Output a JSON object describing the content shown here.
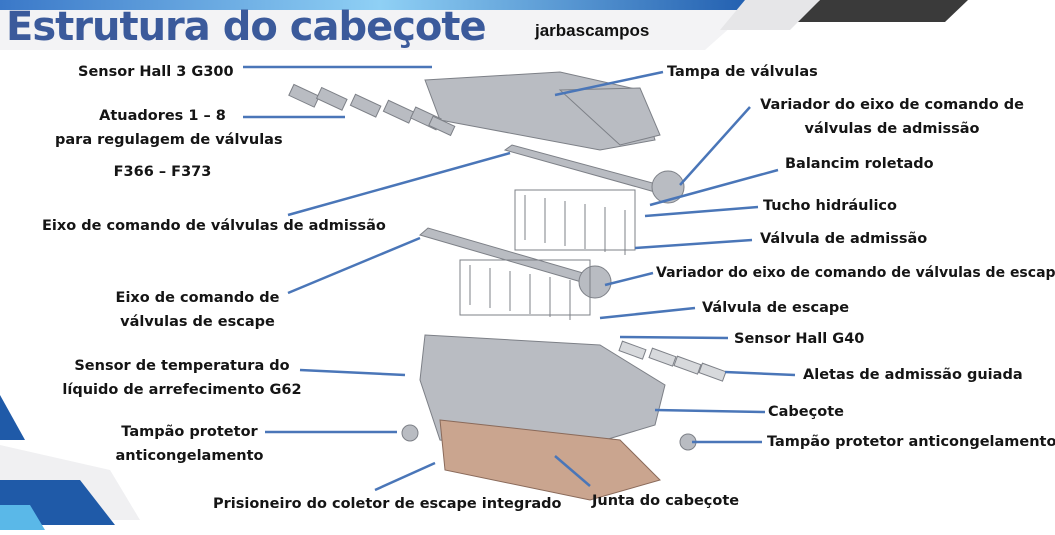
{
  "header": {
    "title": "Estrutura do cabeçote",
    "author": "jarbascampos"
  },
  "labels": {
    "sensor_hall_3": "Sensor Hall 3 G300",
    "tampa": "Tampa de válvulas",
    "atuadores_1": "Atuadores 1 – 8",
    "atuadores_2": "para regulagem de válvulas",
    "atuadores_3": "F366 – F373",
    "variador_adm_1": "Variador do eixo de comando de",
    "variador_adm_2": "válvulas de admissão",
    "balancim": "Balancim roletado",
    "tucho": "Tucho hidráulico",
    "eixo_adm": "Eixo de comando de válvulas de admissão",
    "valvula_adm": "Válvula de admissão",
    "eixo_esc_1": "Eixo de comando de",
    "eixo_esc_2": "válvulas de escape",
    "variador_esc": "Variador do eixo de comando de válvulas de escape",
    "valvula_esc": "Válvula de escape",
    "sensor_g40": "Sensor Hall G40",
    "sensor_temp_1": "Sensor de temperatura do",
    "sensor_temp_2": "líquido de arrefecimento G62",
    "aletas": "Aletas de admissão guiada",
    "cabecote": "Cabeçote",
    "tampao_l_1": "Tampão protetor",
    "tampao_l_2": "anticongelamento",
    "tampao_r": "Tampão protetor anticongelamento",
    "prisioneiro": "Prisioneiro do coletor de escape integrado",
    "junta": "Junta do cabeçote"
  },
  "colors": {
    "title": "#3b5a9b",
    "leader": "#4a76b8"
  }
}
